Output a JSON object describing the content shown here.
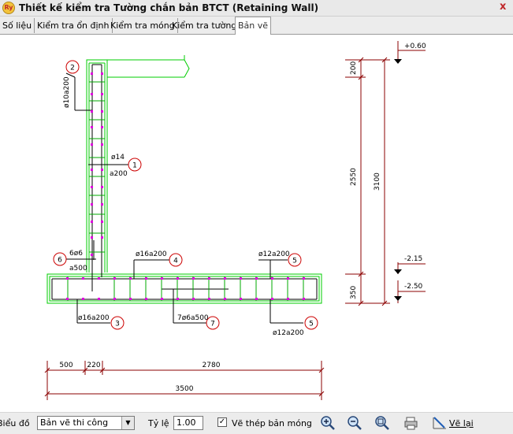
{
  "window": {
    "title": "Thiết kế kiểm tra Tường chắn bản BTCT (Retaining Wall)",
    "icon_text": "Ry",
    "close_symbol": "x"
  },
  "tabs": [
    {
      "label": "Số liệu",
      "active": false
    },
    {
      "label": "Kiểm tra ổn định",
      "active": false
    },
    {
      "label": "Kiểm tra móng",
      "active": false
    },
    {
      "label": "Kiểm tra tường",
      "active": false
    },
    {
      "label": "Bản vẽ",
      "active": true
    }
  ],
  "drawing": {
    "colors": {
      "outline": "#00cc00",
      "rebar": "#000000",
      "dimension": "#8b0000",
      "dots": "#e000e0",
      "callout": "#cc0000"
    },
    "callouts": [
      {
        "number": "1",
        "label_top": "ø14",
        "label_bottom": "a200"
      },
      {
        "number": "2",
        "label": "ø10a200"
      },
      {
        "number": "3",
        "label": "ø16a200"
      },
      {
        "number": "4",
        "label": "ø16a200"
      },
      {
        "number": "5",
        "label": "ø12a200"
      },
      {
        "number": "5",
        "label": "ø12a200"
      },
      {
        "number": "6",
        "label_top": "6ø6",
        "label_bottom": "a500"
      },
      {
        "number": "7",
        "label": "7ø6a500"
      }
    ],
    "dims_bottom": [
      "500",
      "220",
      "2780",
      "3500"
    ],
    "dims_right": [
      "200",
      "2550",
      "350",
      "3100"
    ],
    "levels": [
      "+0.60",
      "-2.15",
      "-2.50"
    ]
  },
  "toolbar": {
    "chart_label": "Biểu đồ",
    "select_value": "Bản vẽ thi công",
    "scale_label": "Tỷ lệ",
    "scale_value": "1.00",
    "checkbox_checked": true,
    "checkbox_label": "Vẽ thép bản móng",
    "redraw_label": "Vẽ lại"
  }
}
